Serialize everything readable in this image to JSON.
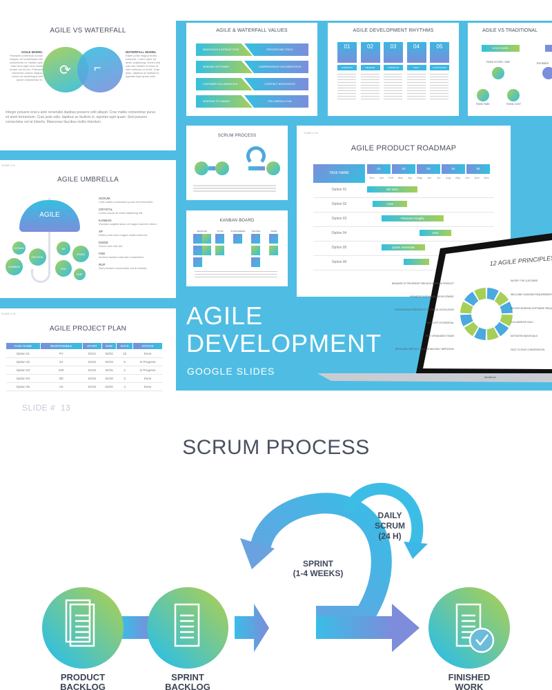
{
  "colors": {
    "frame": "#4fbde3",
    "green": "#a6cf58",
    "cyan": "#35bfe0",
    "purple": "#7b8edb",
    "title": "#4a5060"
  },
  "waterfall": {
    "title": "AGILE VS WATERFALL",
    "left_heading": "AGILE MODEL",
    "left_text": "Praesent commodo cursus magna, vel scelerisque nisl consectetur et. Nullam quis odio risus eget urna mollis ornare vel eu leo. Praesent commodo cursus magna, lorem vel scelerisque nisl ipsum consectetur et.",
    "right_heading": "WATERFALL MODEL",
    "right_text": "Etiam porta magna mollis euismod. Lorem dolor sit amet, adipiscing. Donec sed odio dui. Nullam id dolor id nibh vehicula ut id elit. Cras justo, dapibus ac facilisis in, egestas eget quam odio.",
    "paragraph": "Integer posuere erat a ante venenatis dapibus posuere velit aliquet. Cras mattis consectetur purus sit amet fermentum. Cras justo odio, dapibus ac facilisis in, egestas eget quam. Sed posuere consectetur est at lobortis. Maecenas faucibus mollis interdum.",
    "icons": [
      "refresh-icon",
      "stairs-icon"
    ]
  },
  "values": {
    "title": "AGILE & WATERFALL VALUES",
    "rows": [
      [
        "INDIVIDUALS & INTERACTIONS",
        "PROCESS AND TOOLS"
      ],
      [
        "WORKING SOFTWARE",
        "COMPREHENSIVE DOCUMENTATION"
      ],
      [
        "CUSTOMER COLLABORATION",
        "CONTRACT NEGOTIATION"
      ],
      [
        "RESPOND TO CHANGE",
        "FOLLOWING A PLAN"
      ]
    ]
  },
  "rhythms": {
    "title": "AGILE DEVELOPMENT RHYTHMS",
    "items": [
      {
        "num": "01",
        "label": "STRATEGY"
      },
      {
        "num": "02",
        "label": "RELEASE"
      },
      {
        "num": "03",
        "label": "ITERATION"
      },
      {
        "num": "04",
        "label": "DAILY"
      },
      {
        "num": "05",
        "label": "CONTINUOUS"
      }
    ]
  },
  "traditional": {
    "title": "AGILE VS TRADITIONAL",
    "bar": "AGILE MODEL",
    "nodes": [
      "FIXED SCOPE / SIZE",
      "FIXED TIME",
      "FIXED COST"
    ],
    "cut_label": "ESTIMATE"
  },
  "small_scrum": {
    "title": "SCRUM PROCESS"
  },
  "kanban": {
    "title": "KANBAN BOARD",
    "columns": [
      "BACKLOG",
      "TO DO",
      "IN PROGRESS",
      "TESTING",
      "DONE"
    ]
  },
  "umbrella": {
    "slide_no": "SLIDE # 11",
    "title": "AGILE UMBRELLA",
    "canopy": "AGILE",
    "bubbles": [
      "SCRUM",
      "CRYSTAL",
      "KANBAN",
      "XP",
      "DSDM",
      "FDD",
      "RUP"
    ],
    "items": [
      {
        "h": "SCRUM",
        "t": "Cras mattis consectetur purus sit fermentum."
      },
      {
        "h": "CRYSTAL",
        "t": "Lorem ipsum sit amet adipiscing elit."
      },
      {
        "h": "KANBAN",
        "t": "Vivamus sagittis lacus vel augue laoreet rutrum."
      },
      {
        "h": "XP",
        "t": "Etiam porta sem magna mollis euismod."
      },
      {
        "h": "DSDM",
        "t": "Donec sed odio dui."
      },
      {
        "h": "FDD",
        "t": "Aenean lacinia nulla sed consectetur."
      },
      {
        "h": "RUP",
        "t": "Sed posuere consectetur est at lobortis."
      }
    ]
  },
  "roadmap": {
    "slide_no": "SLIDE # 15",
    "title": "AGILE PRODUCT ROADMAP",
    "task_header": "TASK NAME",
    "quarters": [
      "01",
      "02",
      "03",
      "04",
      "05"
    ],
    "months": [
      "Dec",
      "Jan",
      "Feb",
      "Mar",
      "Apr",
      "May",
      "Jun",
      "Jul",
      "Aug",
      "Sep",
      "Oct",
      "Nov",
      "Dec"
    ],
    "tasks": [
      {
        "name": "Option 01",
        "label": "Elit Sem",
        "start": 0,
        "end": 5.3
      },
      {
        "name": "Option 02",
        "label": "Cras",
        "start": 0.6,
        "end": 4.2
      },
      {
        "name": "Option 03",
        "label": "Pharetra Fringilla",
        "start": 1.5,
        "end": 8
      },
      {
        "name": "Option 04",
        "label": "Sem",
        "start": 5.5,
        "end": 8.8
      },
      {
        "name": "Option 05",
        "label": "Quam Venenatis",
        "start": 1.5,
        "end": 6.1
      },
      {
        "name": "Option 06",
        "label": "",
        "start": 3.8,
        "end": 6.5
      }
    ]
  },
  "hero": {
    "line1": "AGILE",
    "line2": "DEVELOPMENT",
    "line3": "GOOGLE SLIDES"
  },
  "laptop": {
    "title": "12 AGILE PRINCIPLES",
    "brand": "MacBook",
    "left": [
      "MEASURE OF PROGRESS THROUGH WORKING PRODUCT",
      "PROMOTE SUSTAINABLE DEVELOPMENT",
      "CONTINUOUS ATTENTION TO TECHNICAL EXCELLENCE",
      "SIMPLICITY IS ESSENTIAL",
      "SELF-ORGANIZING TEAMS",
      "REGULARLY REFLECT ON CONTINUOUSLY IMPROVING"
    ],
    "right": [
      "SATISFY THE CUSTOMER",
      "WELCOME CHANGING REQUIREMENTS",
      "DELIVER WORKING SOFTWARE FREQUENTLY",
      "COLLABORATE DAILY",
      "MOTIVATED INDIVIDUALS",
      "FACE-TO-FACE CONVERSATION"
    ]
  },
  "plan": {
    "slide_no": "SLIDE # 13",
    "title": "AGILE PROJECT PLAN",
    "headers": [
      "TASK NAME",
      "RESPONSIBLE",
      "START",
      "END",
      "DAYS",
      "STATUS"
    ],
    "rows": [
      [
        "Option 01",
        "PV",
        "04/12",
        "04/22",
        "10",
        "Done"
      ],
      [
        "Option 02",
        "SJ",
        "04/13",
        "04/19",
        "6",
        "In Progress"
      ],
      [
        "Option 03",
        "KW",
        "04/13",
        "04/15",
        "2",
        "In Progress"
      ],
      [
        "Option 04",
        "SD",
        "04/15",
        "04/18",
        "3",
        "Done"
      ],
      [
        "Option 05",
        "AK",
        "04/16",
        "04/20",
        "4",
        "Done"
      ]
    ]
  },
  "main": {
    "slide_label": "SLIDE #",
    "slide_num": "13",
    "title": "SCRUM PROCESS",
    "sprint": [
      "SPRINT",
      "(1-4 WEEKS)"
    ],
    "daily": [
      "DAILY",
      "SCRUM",
      "(24 H)"
    ],
    "nodes": [
      [
        "PRODUCT",
        "BACKLOG"
      ],
      [
        "SPRINT",
        "BACKLOG"
      ],
      [
        "FINISHED",
        "WORK"
      ]
    ]
  }
}
